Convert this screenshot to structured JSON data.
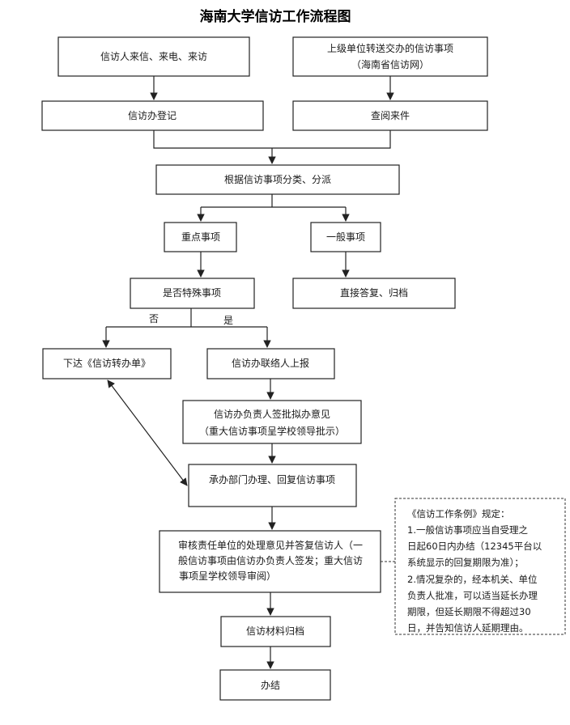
{
  "title": "海南大学信访工作流程图",
  "nodes": {
    "visit": "信访人来信、来电、来访",
    "superior_1": "上级单位转送交办的信访事项",
    "superior_2": "（海南省信访网）",
    "register": "信访办登记",
    "review_incoming": "查阅来件",
    "classify": "根据信访事项分类、分派",
    "key": "重点事项",
    "general": "一般事项",
    "special": "是否特殊事项",
    "direct_reply": "直接答复、归档",
    "transfer": "下达《信访转办单》",
    "liaison": "信访办联络人上报",
    "approval_1": "信访办负责人签批拟办意见",
    "approval_2": "（重大信访事项呈学校领导批示）",
    "handle": "承办部门办理、回复信访事项",
    "audit_1": "审核责任单位的处理意见并答复信访人（一",
    "audit_2": "般信访事项由信访办负责人签发；重大信访",
    "audit_3": "事项呈学校领导审阅）",
    "archive": "信访材料归档",
    "close": "办结"
  },
  "branches": {
    "no": "否",
    "yes": "是"
  },
  "note_lines": [
    "《信访工作条例》规定：",
    "1.一般信访事项应当自受理之",
    "日起60日内办结（12345平台以",
    "系统显示的回复期限为准）；",
    "2.情况复杂的，经本机关、单位",
    "负责人批准，可以适当延长办理",
    "期限，但延长期限不得超过30",
    "日，并告知信访人延期理由。"
  ]
}
